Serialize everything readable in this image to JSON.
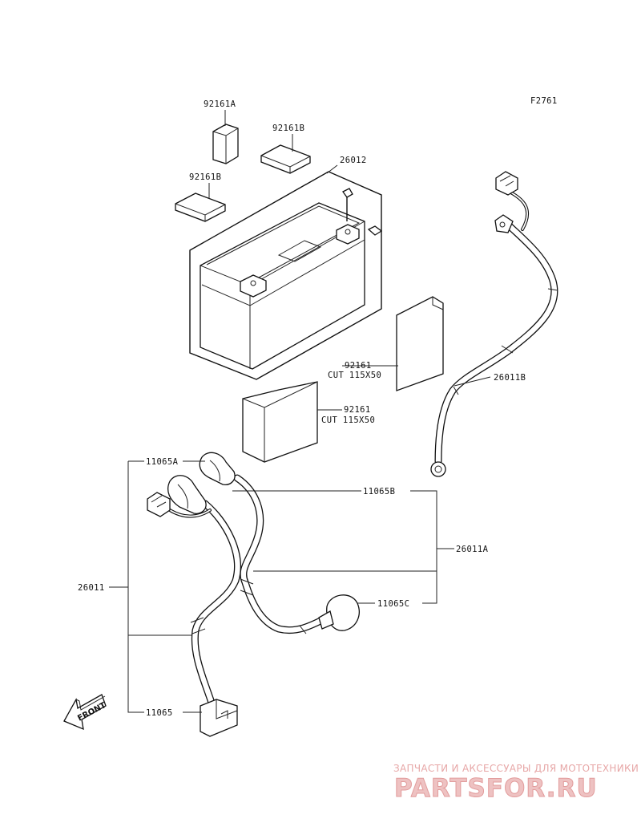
{
  "figure_id": "F2761",
  "labels": {
    "l_92161A": "92161A",
    "l_92161B_top": "92161B",
    "l_92161B_left": "92161B",
    "l_26012": "26012",
    "l_92161_right": "92161",
    "l_cut_right": "CUT 115X50",
    "l_26011B": "26011B",
    "l_92161_lower": "92161",
    "l_cut_lower": "CUT 115X50",
    "l_11065A": "11065A",
    "l_11065B": "11065B",
    "l_26011A": "26011A",
    "l_26011": "26011",
    "l_11065C": "11065C",
    "l_11065": "11065"
  },
  "direction_arrow": "FRONT",
  "watermark": {
    "tagline": "ЗАПЧАСТИ И АКСЕССУАРЫ ДЛЯ МОТОТЕХНИКИ",
    "logo": "PARTSFOR.RU"
  },
  "colors": {
    "line": "#111111",
    "background": "#ffffff",
    "watermark": "#e7a7a7"
  }
}
